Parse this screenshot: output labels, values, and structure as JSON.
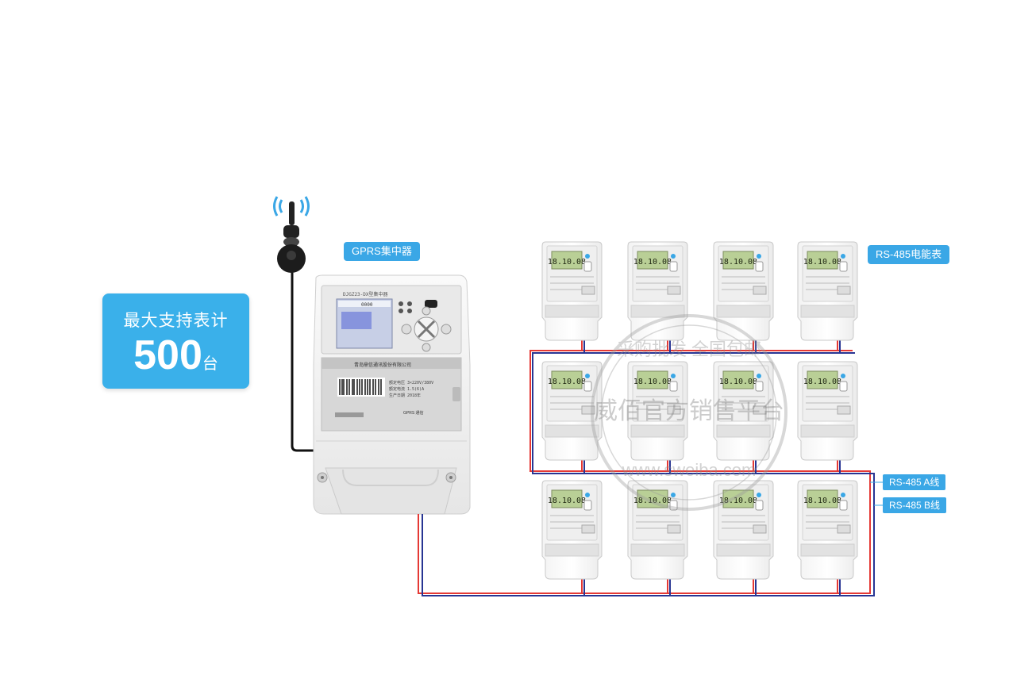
{
  "capacity": {
    "line1": "最大支持表计",
    "number": "500",
    "unit": "台"
  },
  "labels": {
    "concentrator": "GPRS集中器",
    "meter": "RS-485电能表",
    "line_a": "RS-485 A线",
    "line_b": "RS-485 B线"
  },
  "concentrator_device": {
    "model": "DJGZ23-DX型集中器",
    "screen_value": "0000",
    "company": "青岛鼎信通讯股份有限公司",
    "comm_label": "GPRS 通信"
  },
  "meter_display": "18.10.08",
  "watermark": {
    "main": "威佰官方销售平台",
    "top": "采购批发 全国包邮",
    "url": "www.sweiba.com"
  },
  "colors": {
    "accent": "#3aa7e6",
    "wire_a": "#e53935",
    "wire_b": "#283593"
  }
}
